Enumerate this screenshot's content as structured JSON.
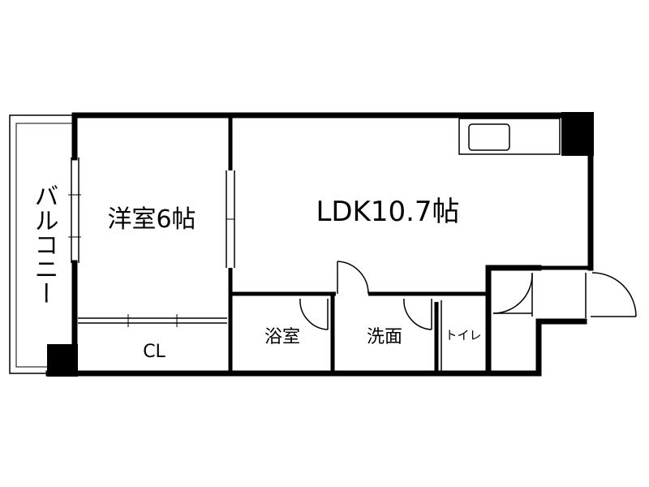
{
  "rooms": {
    "western_room": "洋室6帖",
    "ldk": "LDK10.7帖",
    "balcony": "バルコニー",
    "closet": "CL",
    "bathroom": "浴室",
    "washroom": "洗面",
    "toilet": "トイレ"
  }
}
